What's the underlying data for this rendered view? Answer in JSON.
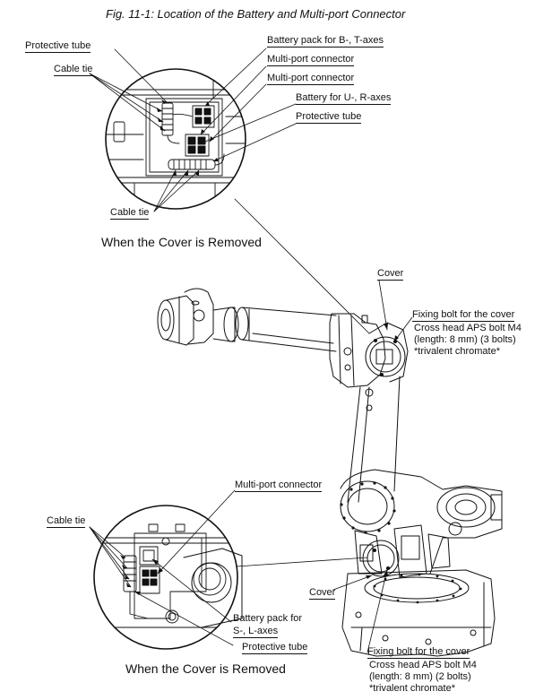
{
  "figure_title": "Fig. 11-1: Location of the Battery and Multi-port Connector",
  "top_detail": {
    "caption": "When the Cover is Removed",
    "labels": {
      "protective_tube_left": "Protective tube",
      "cable_tie_left": "Cable tie",
      "battery_bt": "Battery pack for B-, T-axes",
      "multiport_1": "Multi-port connector",
      "multiport_2": "Multi-port connector",
      "battery_ur": "Battery for U-, R-axes",
      "protective_tube_right": "Protective tube",
      "cable_tie_bottom": "Cable tie"
    }
  },
  "robot": {
    "cover_upper": "Cover",
    "fixing_upper": {
      "line1": "Fixing bolt for the cover",
      "line2": "Cross head APS bolt M4",
      "line3": "(length: 8 mm) (3 bolts)",
      "line4": "*trivalent chromate*"
    },
    "cover_lower": "Cover",
    "fixing_lower": {
      "line1": "Fixing bolt for the cover",
      "line2": "Cross head APS bolt M4",
      "line3": "(length: 8 mm) (2 bolts)",
      "line4": "*trivalent chromate*"
    }
  },
  "bottom_detail": {
    "caption": "When the Cover is Removed",
    "labels": {
      "multiport": "Multi-port connector",
      "cable_tie": "Cable tie",
      "battery_sl_line1": "Battery pack for",
      "battery_sl_line2": "S-, L-axes",
      "protective_tube": "Protective tube"
    }
  }
}
